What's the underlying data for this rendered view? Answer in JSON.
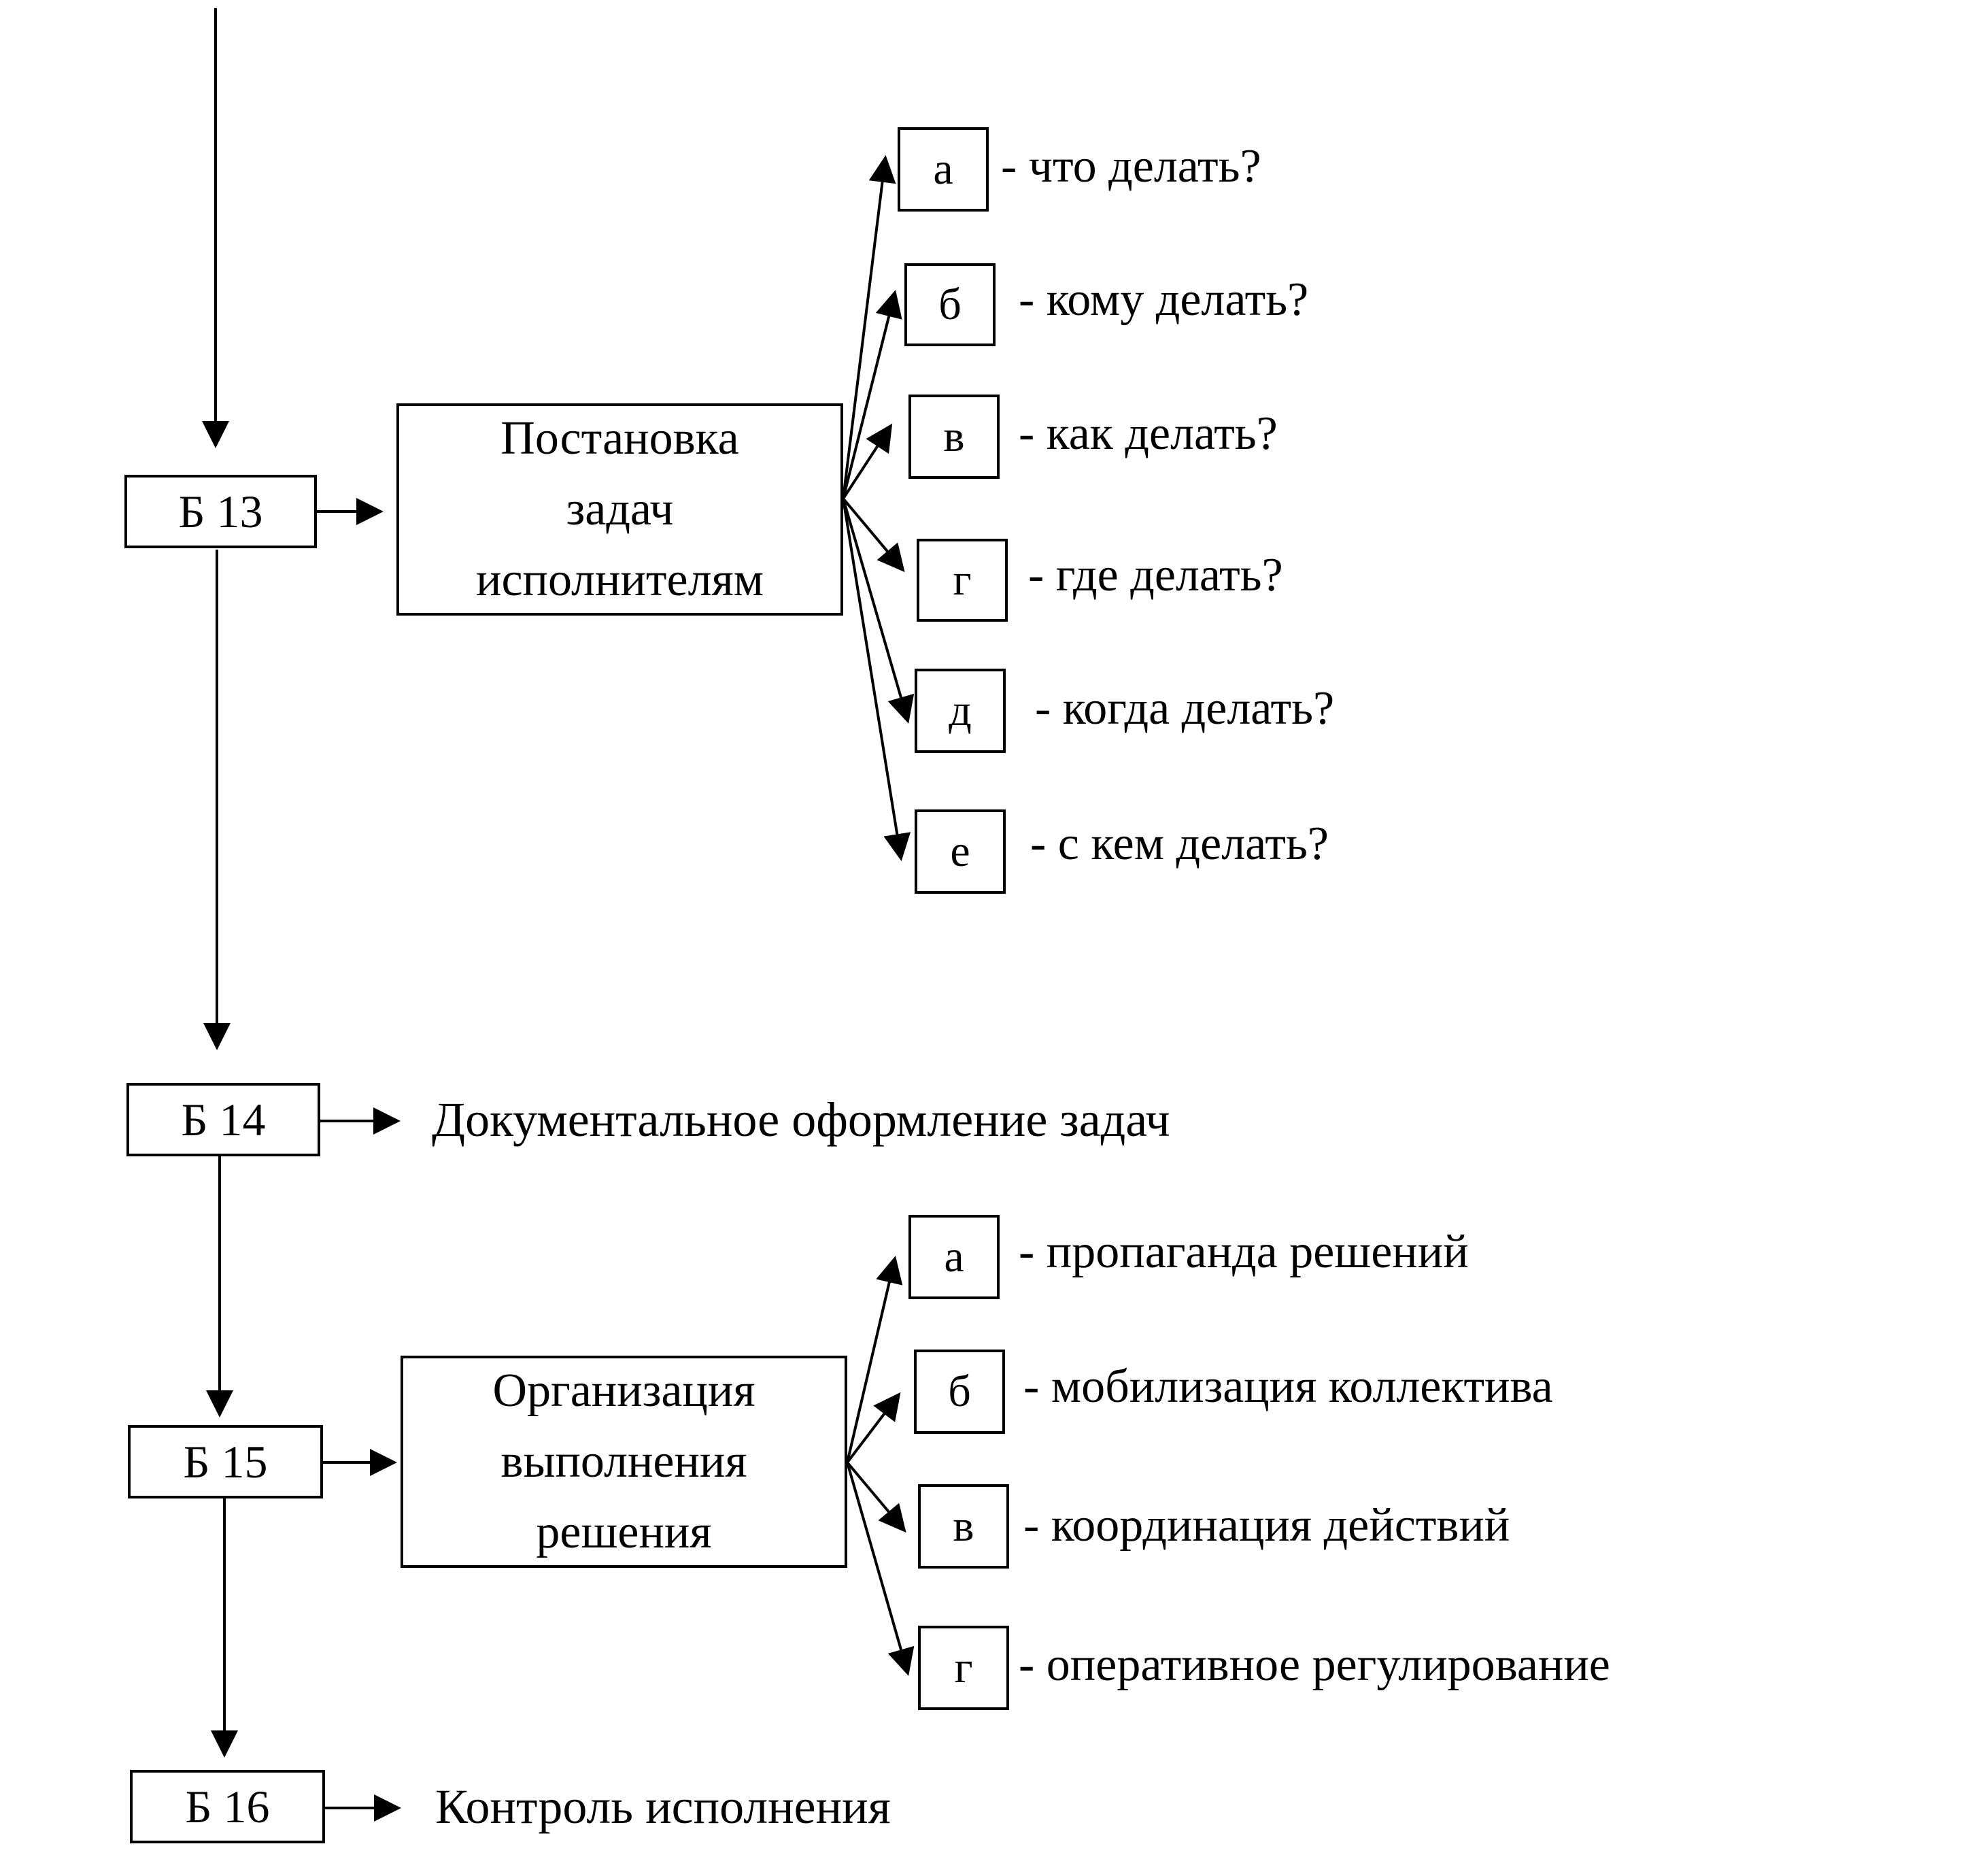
{
  "flow": {
    "b13": "Б 13",
    "b14": "Б 14",
    "b15": "Б 15",
    "b16": "Б 16"
  },
  "block13": {
    "title_lines": [
      "Постановка",
      "задач",
      "исполнителям"
    ],
    "items": [
      {
        "letter": "а",
        "text": "- что делать?"
      },
      {
        "letter": "б",
        "text": "- кому делать?"
      },
      {
        "letter": "в",
        "text": "- как делать?"
      },
      {
        "letter": "г",
        "text": "- где делать?"
      },
      {
        "letter": "д",
        "text": "- когда делать?"
      },
      {
        "letter": "е",
        "text": "- с кем делать?"
      }
    ]
  },
  "block14": {
    "label": "Документальное оформление задач"
  },
  "block15": {
    "title_lines": [
      "Организация",
      "выполнения",
      "решения"
    ],
    "items": [
      {
        "letter": "а",
        "text": "- пропаганда решений"
      },
      {
        "letter": "б",
        "text": "- мобилизация коллектива"
      },
      {
        "letter": "в",
        "text": "- координация действий"
      },
      {
        "letter": "г",
        "text": "- оперативное регулирование"
      }
    ]
  },
  "block16": {
    "label": "Контроль исполнения"
  }
}
